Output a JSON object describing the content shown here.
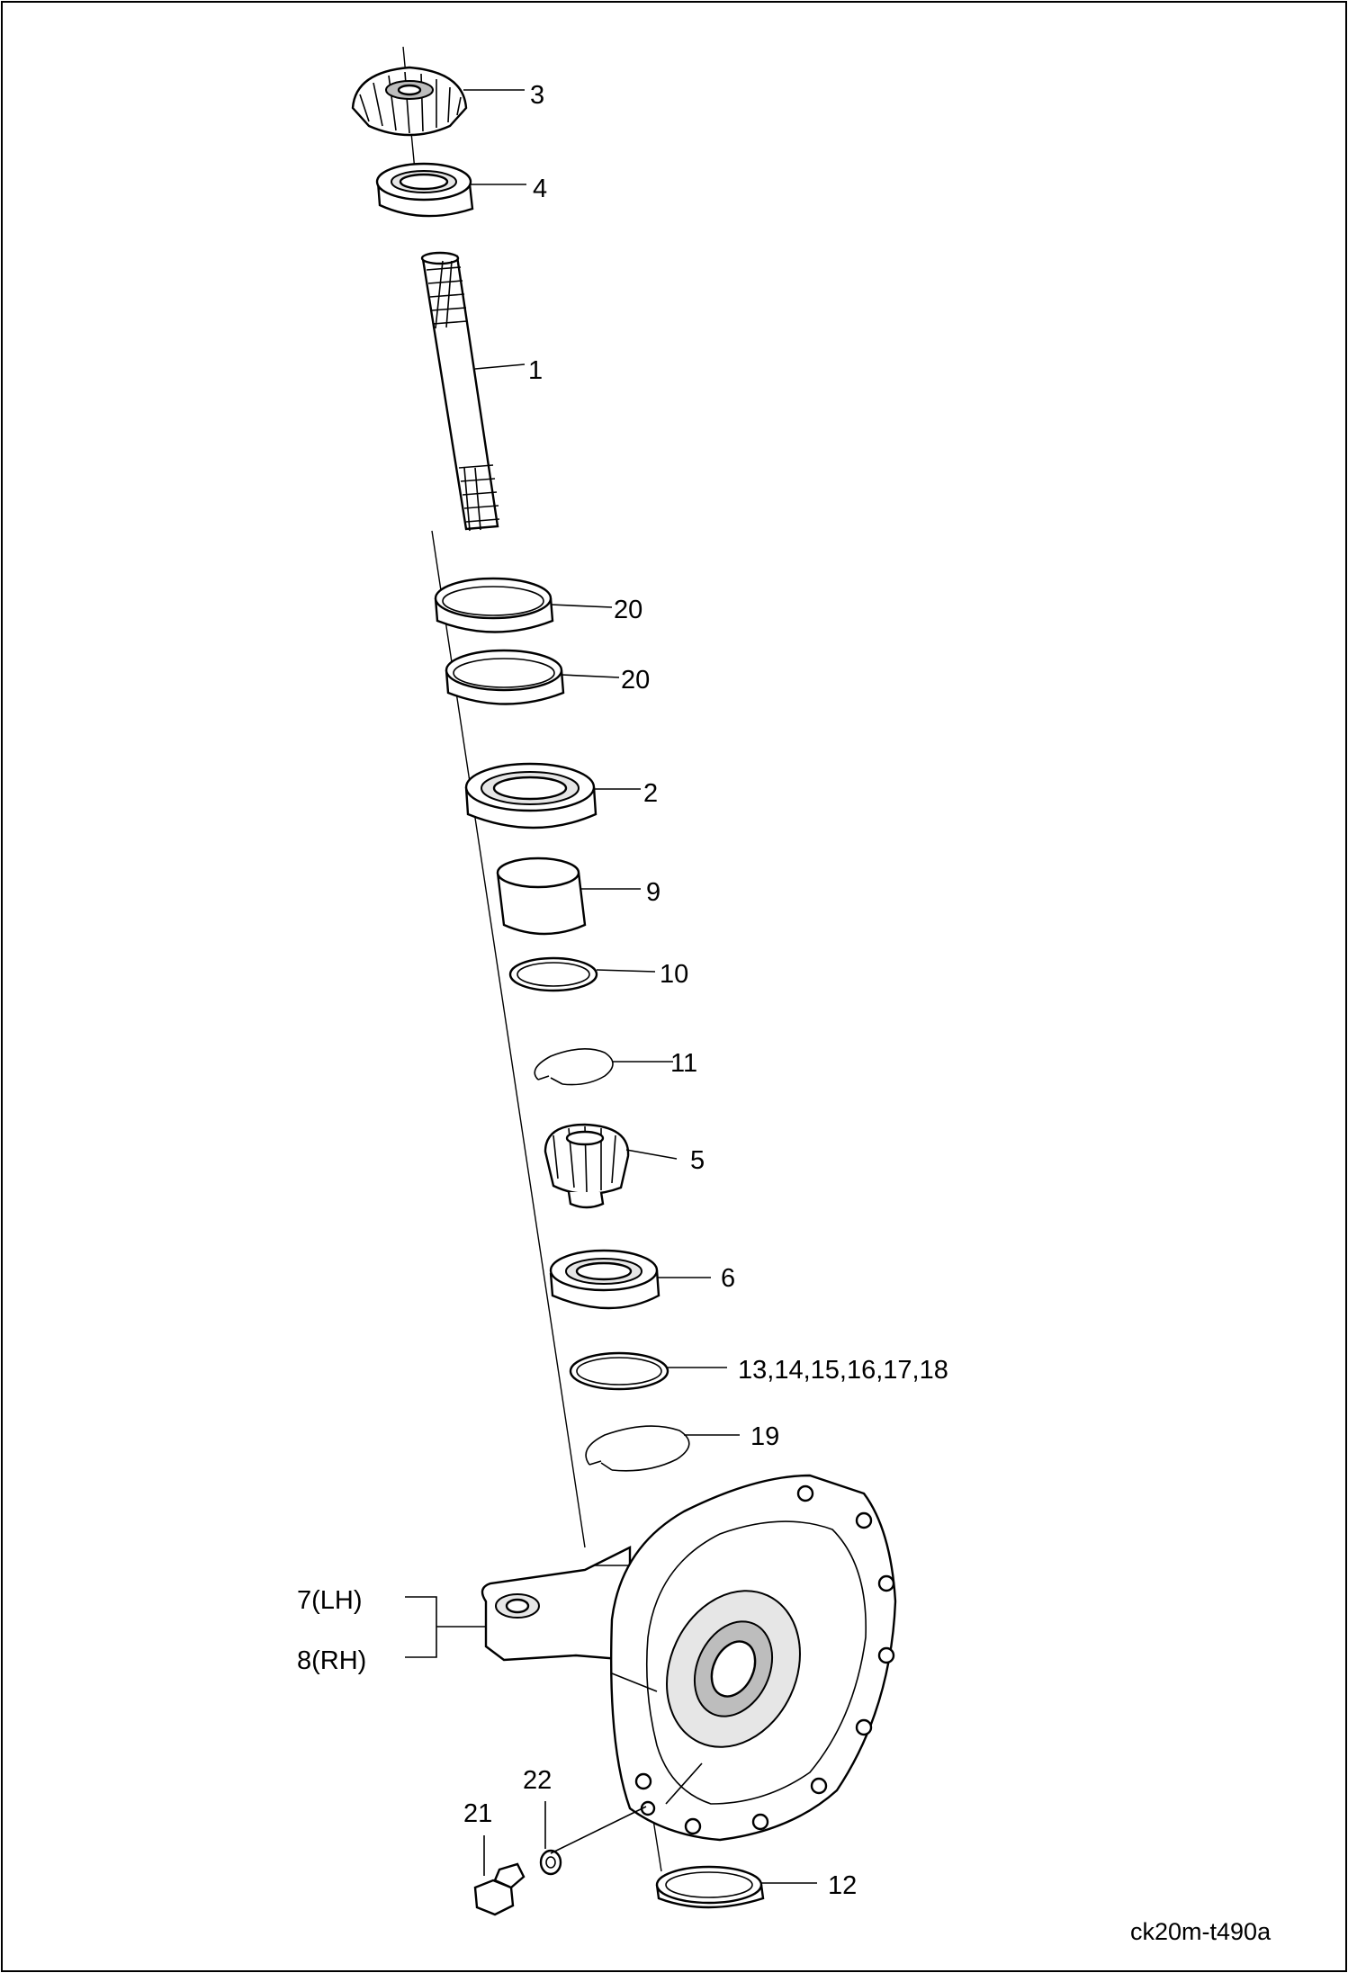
{
  "callouts": {
    "c1": "1",
    "c2": "2",
    "c3": "3",
    "c4": "4",
    "c5": "5",
    "c6": "6",
    "c7": "7(LH)",
    "c8": "8(RH)",
    "c9": "9",
    "c10": "10",
    "c11": "11",
    "c12": "12",
    "c13": "13,14,15,16,17,18",
    "c19": "19",
    "c20a": "20",
    "c20b": "20",
    "c21": "21",
    "c22": "22"
  },
  "figure_id": "ck20m-t490a"
}
